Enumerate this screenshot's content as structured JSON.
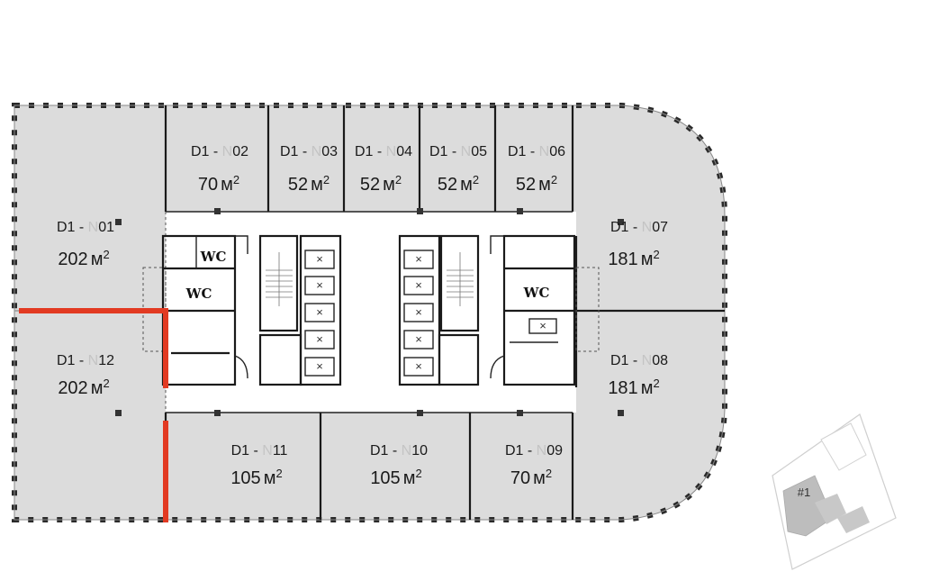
{
  "units": [
    {
      "id": "n01",
      "code_prefix": "D1 - ",
      "code_dim": "N",
      "code_suffix": "01",
      "area_value": "202",
      "area_unit": "м",
      "area_sup": "2"
    },
    {
      "id": "n02",
      "code_prefix": "D1 - ",
      "code_dim": "N",
      "code_suffix": "02",
      "area_value": "70",
      "area_unit": "м",
      "area_sup": "2"
    },
    {
      "id": "n03",
      "code_prefix": "D1 - ",
      "code_dim": "N",
      "code_suffix": "03",
      "area_value": "52",
      "area_unit": "м",
      "area_sup": "2"
    },
    {
      "id": "n04",
      "code_prefix": "D1 - ",
      "code_dim": "N",
      "code_suffix": "04",
      "area_value": "52",
      "area_unit": "м",
      "area_sup": "2"
    },
    {
      "id": "n05",
      "code_prefix": "D1 - ",
      "code_dim": "N",
      "code_suffix": "05",
      "area_value": "52",
      "area_unit": "м",
      "area_sup": "2"
    },
    {
      "id": "n06",
      "code_prefix": "D1 - ",
      "code_dim": "N",
      "code_suffix": "06",
      "area_value": "52",
      "area_unit": "м",
      "area_sup": "2"
    },
    {
      "id": "n07",
      "code_prefix": "D1 - ",
      "code_dim": "N",
      "code_suffix": "07",
      "area_value": "181",
      "area_unit": "м",
      "area_sup": "2"
    },
    {
      "id": "n08",
      "code_prefix": "D1 - ",
      "code_dim": "N",
      "code_suffix": "08",
      "area_value": "181",
      "area_unit": "м",
      "area_sup": "2"
    },
    {
      "id": "n09",
      "code_prefix": "D1 - ",
      "code_dim": "N",
      "code_suffix": "09",
      "area_value": "70",
      "area_unit": "м",
      "area_sup": "2"
    },
    {
      "id": "n10",
      "code_prefix": "D1 - ",
      "code_dim": "N",
      "code_suffix": "10",
      "area_value": "105",
      "area_unit": "м",
      "area_sup": "2"
    },
    {
      "id": "n11",
      "code_prefix": "D1 - ",
      "code_dim": "N",
      "code_suffix": "11",
      "area_value": "105",
      "area_unit": "м",
      "area_sup": "2"
    },
    {
      "id": "n12",
      "code_prefix": "D1 - ",
      "code_dim": "N",
      "code_suffix": "12",
      "area_value": "202",
      "area_unit": "м",
      "area_sup": "2"
    }
  ],
  "restrooms": [
    {
      "id": "wc-left-top",
      "label": "WC"
    },
    {
      "id": "wc-left-main",
      "label": "WC"
    },
    {
      "id": "wc-right",
      "label": "WC"
    }
  ],
  "site_map": {
    "building_label": "#1"
  },
  "colors": {
    "unit_fill": "#dcdcdc",
    "walls": "#1a1a1a",
    "highlight_boundary": "#e23a22",
    "code_dim_letter": "#c4c4c4"
  }
}
